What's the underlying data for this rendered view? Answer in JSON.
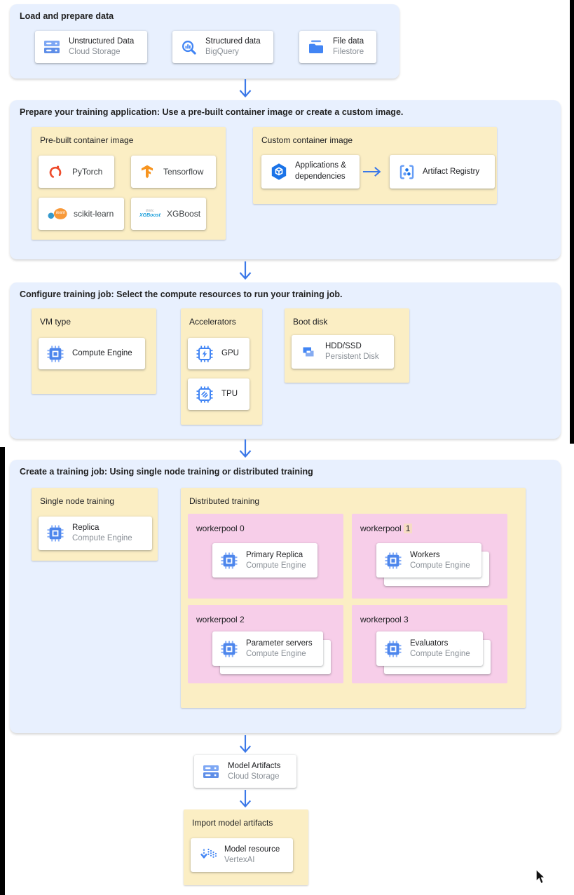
{
  "colors": {
    "section_bg": "#e8f0fe",
    "group_bg": "#fbeec4",
    "pool_bg": "#f7cee9",
    "arrow_blue": "#3b78e8",
    "icon_blue": "#4285f4",
    "highlight": "#f6dcc4"
  },
  "load": {
    "title": "Load and prepare data",
    "cards": [
      {
        "icon": "cloud-storage-icon",
        "title": "Unstructured Data",
        "subtitle": "Cloud Storage"
      },
      {
        "icon": "bigquery-icon",
        "title": "Structured data",
        "subtitle": "BigQuery"
      },
      {
        "icon": "filestore-icon",
        "title": "File data",
        "subtitle": "Filestore"
      }
    ]
  },
  "prepare": {
    "title": "Prepare your training application: Use a pre-built container image or create a custom image.",
    "prebuilt": {
      "label": "Pre-built container image",
      "frameworks": [
        {
          "icon": "pytorch-icon",
          "label": "PyTorch"
        },
        {
          "icon": "tensorflow-icon",
          "label": "Tensorflow"
        },
        {
          "icon": "scikit-learn-icon",
          "label": "scikit-learn"
        },
        {
          "icon": "xgboost-icon",
          "label": "XGBoost"
        }
      ]
    },
    "custom": {
      "label": "Custom container image",
      "app_card": {
        "icon": "applications-icon",
        "title": "Applications & dependencies"
      },
      "registry_card": {
        "icon": "artifact-registry-icon",
        "title": "Artifact Registry"
      }
    }
  },
  "configure": {
    "title": "Configure training job: Select the compute resources to run your training job.",
    "vm_type": {
      "label": "VM type",
      "card": {
        "icon": "compute-engine-icon",
        "title": "Compute Engine"
      }
    },
    "accelerators": {
      "label": "Accelerators",
      "cards": [
        {
          "icon": "gpu-icon",
          "title": "GPU"
        },
        {
          "icon": "tpu-icon",
          "title": "TPU"
        }
      ]
    },
    "boot_disk": {
      "label": "Boot disk",
      "card": {
        "icon": "persistent-disk-icon",
        "title": "HDD/SSD",
        "subtitle": "Persistent Disk"
      }
    }
  },
  "create": {
    "title": "Create a training job: Using single node training or distributed training",
    "single_node": {
      "label": "Single node training",
      "card": {
        "icon": "compute-engine-icon",
        "title": "Replica",
        "subtitle": "Compute Engine"
      }
    },
    "distributed": {
      "label": "Distributed training",
      "workerpools": [
        {
          "label": "workerpool 0",
          "highlight": "",
          "stacked": false,
          "card": {
            "icon": "compute-engine-icon",
            "title": "Primary Replica",
            "subtitle": "Compute Engine"
          }
        },
        {
          "label": "workerpool",
          "highlight": "1",
          "stacked": true,
          "card": {
            "icon": "compute-engine-icon",
            "title": "Workers",
            "subtitle": "Compute Engine"
          }
        },
        {
          "label": "workerpool 2",
          "highlight": "",
          "stacked": true,
          "card": {
            "icon": "compute-engine-icon",
            "title": "Parameter servers",
            "subtitle": "Compute Engine"
          }
        },
        {
          "label": "workerpool 3",
          "highlight": "",
          "stacked": true,
          "card": {
            "icon": "compute-engine-icon",
            "title": "Evaluators",
            "subtitle": "Compute Engine"
          }
        }
      ]
    }
  },
  "model_artifacts": {
    "icon": "cloud-storage-icon",
    "title": "Model Artifacts",
    "subtitle": "Cloud Storage"
  },
  "import_model": {
    "label": "Import model artifacts",
    "card": {
      "icon": "vertex-ai-icon",
      "title": "Model resource",
      "subtitle": "VertexAI"
    }
  },
  "logos": {
    "sklearn_script": "learn",
    "xgboost_top": "dmlc",
    "xgboost_text": "XGBoost"
  }
}
